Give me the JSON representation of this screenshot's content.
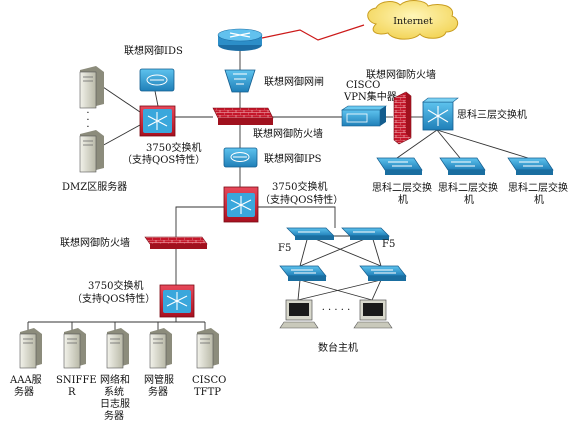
{
  "diagram": {
    "internet": "Internet",
    "labels": {
      "ids": "联想网御IDS",
      "gateway": "联想网御网闸",
      "cisco_vpn_1": "CISCO",
      "cisco_vpn_2": "VPN集中器",
      "firewall_right": "联想网御防火墙",
      "core_sw_1": "3750交换机",
      "core_sw_2": "（支持QOS特性）",
      "firewall_mid": "联想网御防火墙",
      "ips": "联想网御IPS",
      "l3_switch": "思科三层交换机",
      "l2_switch_1a": "思科二层交换",
      "l2_switch_1b": "机",
      "l2_switch_2a": "思科二层交换",
      "l2_switch_2b": "机",
      "l2_switch_3a": "思科二层交换",
      "l2_switch_3b": "机",
      "dmz": "DMZ区服务器",
      "dist_sw_1": "3750交换机",
      "dist_sw_2": "（支持QOS特性）",
      "firewall_left": "联想网御防火墙",
      "f5_left": "F5",
      "f5_right": "F5",
      "access_sw_1": "3750交换机",
      "access_sw_2": "（支持QOS特性）",
      "hosts": "数台主机",
      "dots_hosts": "· · · · ·",
      "aaa_1": "AAA服",
      "aaa_2": "务器",
      "sniffer_1": "SNIFFE",
      "sniffer_2": "R",
      "log_1": "网络和",
      "log_2": "系统",
      "log_3": "日志服",
      "log_4": "务器",
      "nms_1": "网管服",
      "nms_2": "务器",
      "tftp_1": "CISCO",
      "tftp_2": "TFTP"
    }
  }
}
